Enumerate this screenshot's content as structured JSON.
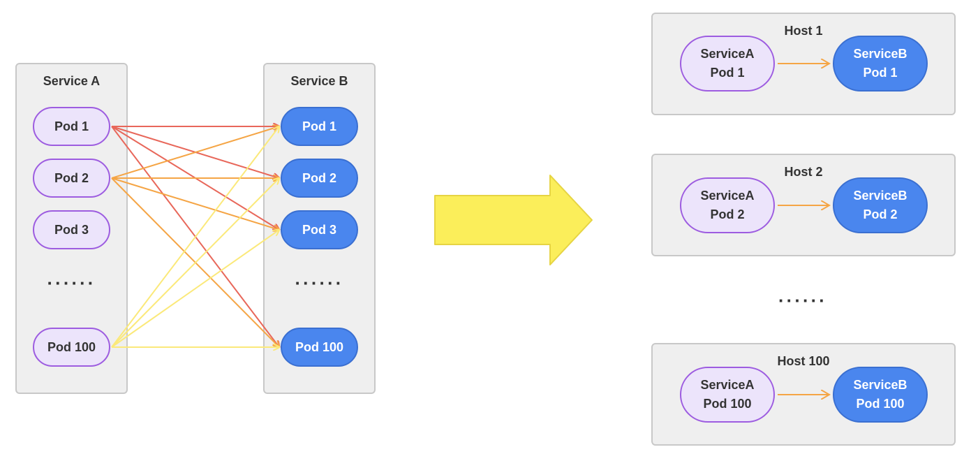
{
  "left": {
    "service_a": {
      "title": "Service A",
      "pods": [
        "Pod 1",
        "Pod 2",
        "Pod 3",
        "Pod 100"
      ],
      "ellipsis": "······"
    },
    "service_b": {
      "title": "Service B",
      "pods": [
        "Pod 1",
        "Pod 2",
        "Pod 3",
        "Pod 100"
      ],
      "ellipsis": "······"
    }
  },
  "right": {
    "hosts": [
      {
        "title": "Host 1",
        "a": "ServiceA\nPod 1",
        "b": "ServiceB\nPod 1"
      },
      {
        "title": "Host 2",
        "a": "ServiceA\nPod 2",
        "b": "ServiceB\nPod 2"
      },
      {
        "title": "Host 100",
        "a": "ServiceA\nPod 100",
        "b": "ServiceB\nPod 100"
      }
    ],
    "ellipsis": "······"
  },
  "colors": {
    "pod1_edges": "#e8675a",
    "pod2_edges": "#f5a545",
    "pod100_edges": "#fbe97a",
    "host_edges": "#f5a545",
    "transition_arrow_fill": "#fbee5a",
    "transition_arrow_stroke": "#e6d443"
  }
}
